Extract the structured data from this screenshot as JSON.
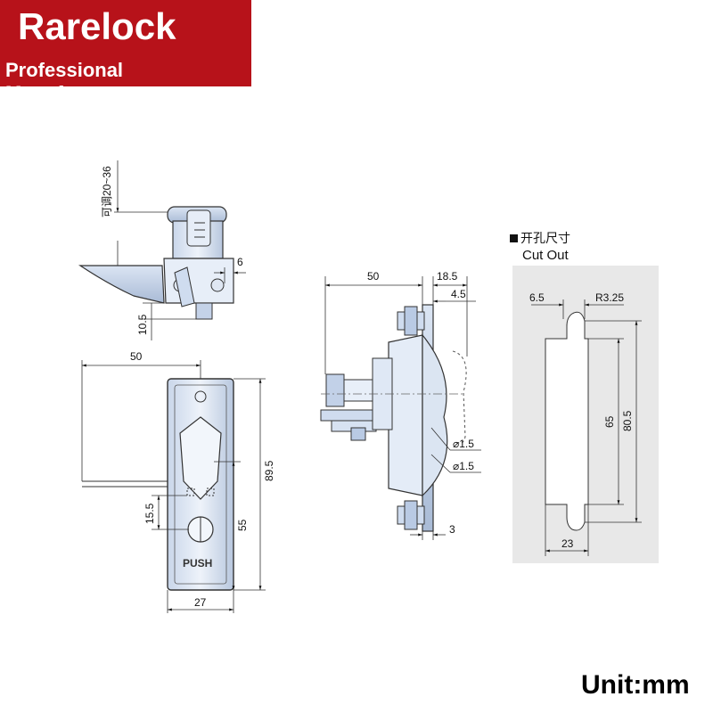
{
  "brand": {
    "name": "Rarelock",
    "subtitle": "Professional Manufacturer",
    "color": "#b7121a"
  },
  "unit_label": "Unit:mm",
  "cutout": {
    "title_cn": "开孔尺寸",
    "title_en": "Cut Out",
    "dims": {
      "slot_width": "6.5",
      "radius": "R3.25",
      "inner": "65",
      "outer": "80.5",
      "width": "23"
    }
  },
  "side_view": {
    "adjust_label": "可调20~36",
    "dims": {
      "d6": "6",
      "d10_5": "10.5"
    }
  },
  "front_view": {
    "push_label": "PUSH",
    "dims": {
      "width_50": "50",
      "height_89_5": "89.5",
      "d15_5": "15.5",
      "d55": "55",
      "d27": "27"
    }
  },
  "profile_view": {
    "dims": {
      "d50": "50",
      "d18_5": "18.5",
      "d4_5": "4.5",
      "hole1": "⌀1.5",
      "hole2": "⌀1.5",
      "d3": "3"
    }
  }
}
